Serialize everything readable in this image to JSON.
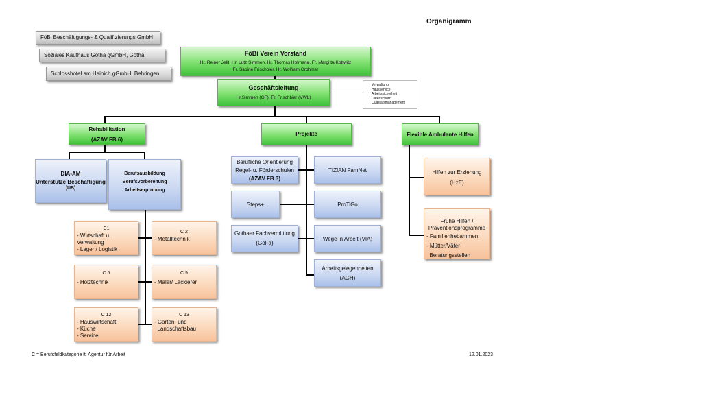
{
  "title": "Organigramm",
  "companies": [
    "FöBi Beschäftigungs- & Qualifizierungs GmbH",
    "Soziales Kaufhaus Gotha gGmbH, Gotha",
    "Schlosshotel am Hainich gGmbH, Behringen"
  ],
  "vorstand": {
    "title": "FöBi Verein Vorstand",
    "line1": "Hr. Reiner Jelit, Hr. Lutz Simmen, Hr. Thomas Hofmann, Fr.  Margitta Kottwitz",
    "line2": "Fr. Sabine Frischbier,  Hr. Wolfram Grohmer"
  },
  "gf": {
    "title": "Geschäftsleitung",
    "names": "Hr.Simmen (GF),  Fr. Frischbier (VWL)",
    "notes": [
      "Verwaltung",
      "Hausservice",
      "Arbeitssicherheit",
      "Datenschutz",
      "Qualitätsmanagement"
    ]
  },
  "reha": {
    "title": "Rehabilitation",
    "sub": "(AZAV FB 6)"
  },
  "projekte": {
    "title": "Projekte"
  },
  "fah": {
    "title": "Flexible Ambulante Hilfen"
  },
  "dia": {
    "l1": "DIA-AM",
    "l2": "Unterstütze Beschäftigung",
    "l3": "(UB)"
  },
  "beruf": {
    "l1": "Berufsausbildung",
    "l2": "Berufsvorbereitung",
    "l3": "Arbeitserprobung"
  },
  "c1": {
    "head": "C1",
    "l1": "- Wirtschaft u. Verwaltung",
    "l2": "- Lager / Logistik"
  },
  "c2": {
    "head": "C 2",
    "l1": "- Metalltechnik"
  },
  "c5": {
    "head": "C 5",
    "l1": "- Holztechnik"
  },
  "c9": {
    "head": "C 9",
    "l1": "- Maler/ Lackierer"
  },
  "c12": {
    "head": "C 12",
    "l1": "- Hauswirtschaft",
    "l2": "- Küche",
    "l3": "- Service"
  },
  "c13": {
    "head": "C 13",
    "l1": "- Garten- und",
    "l2": "  Landschaftsbau"
  },
  "p_bo": {
    "l1": "Berufliche Orientierung",
    "l2": "Regel- u. Förderschulen",
    "l3": "(AZAV FB 3)"
  },
  "p_tizian": "TIZIAN FamNet",
  "p_steps": "Steps+",
  "p_protigo": "ProTiGo",
  "p_gofa": {
    "l1": "Gothaer Fachvermittlung",
    "l2": "(GoFa)"
  },
  "p_via": "Wege in Arbeit (VIA)",
  "p_agh": {
    "l1": "Arbeitsgelegenheiten",
    "l2": "(AGH)"
  },
  "hze": {
    "l1": "Hilfen zur Erziehung",
    "l2": "(HzE)"
  },
  "fh": {
    "l1": "Frühe Hilfen /",
    "l2": "Präventionsprogramme",
    "l3": "- Familienhebammen",
    "l4": "- Mütter/Väter-",
    "l5": "  Beratungsstellen"
  },
  "footnote": "C = Berufsfeldkategorie lt. Agentur für Arbeit",
  "date": "12.01.2023"
}
